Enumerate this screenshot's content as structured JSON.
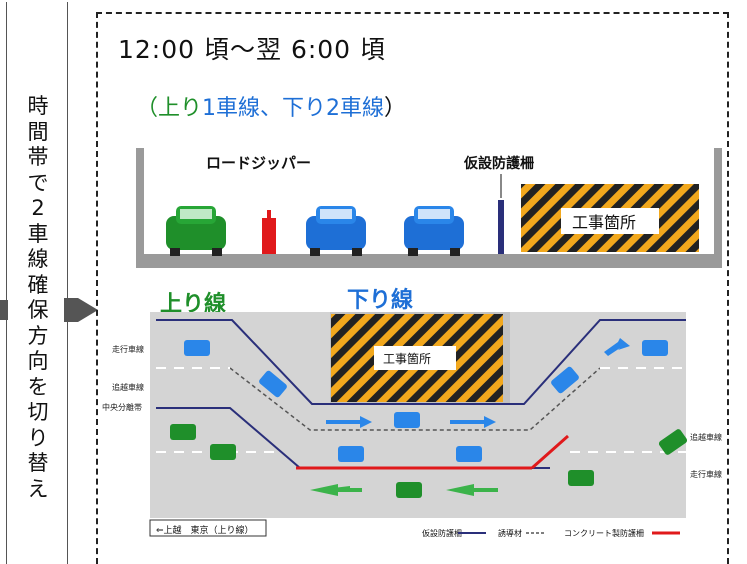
{
  "sidebar": {
    "label": "時間帯で2車線確保方向を切り替え"
  },
  "header": {
    "time_range": "12:00 頃～翌 6:00 頃",
    "lanes_open": "1車線、下り2車線",
    "lanes_paren_open": "（上り",
    "lanes_paren_close": "）"
  },
  "section_view": {
    "road_zipper_label": "ロードジッパー",
    "temp_barrier_label": "仮設防護柵",
    "work_zone_label": "工事箇所"
  },
  "plan_view": {
    "up_line_label": "上り線",
    "down_line_label": "下り線",
    "work_zone_label": "工事箇所",
    "left_lane_labels": [
      "走行車線",
      "追越車線",
      "中央分離帯"
    ],
    "right_lane_labels": [
      "追越車線",
      "走行車線"
    ],
    "direction_note": "⇐上越　東京（上り線）",
    "legend": {
      "temp_barrier": "仮設防護柵",
      "rubber_pole": "誘導材",
      "concrete_barrier": "コンクリート製防護柵"
    }
  },
  "colors": {
    "up_green": "#1f8f2a",
    "down_blue": "#1e6fd6",
    "work_zone_orange": "#f2a81d",
    "concrete_red": "#e0191b",
    "barrier_navy": "#2a2f7a"
  }
}
